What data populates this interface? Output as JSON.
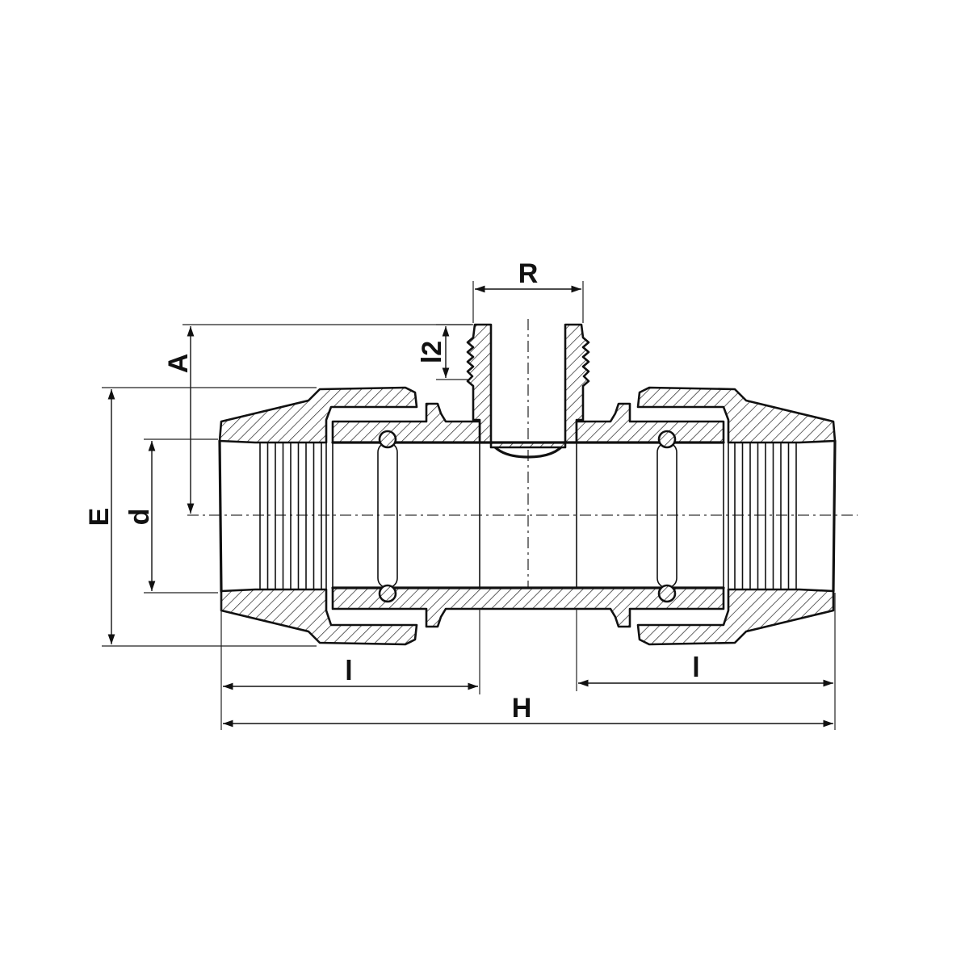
{
  "labels": {
    "R": "R",
    "l2": "l2",
    "A": "A",
    "E": "E",
    "d": "d",
    "l_left": "l",
    "l_right": "l",
    "H": "H"
  },
  "colors": {
    "line": "#111111",
    "background": "#ffffff"
  }
}
